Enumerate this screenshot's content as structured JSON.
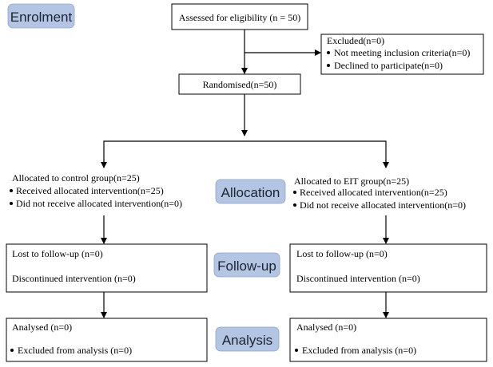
{
  "colors": {
    "stage_fill": "#b4c5e4",
    "line": "#000000"
  },
  "stages": {
    "enrolment": "Enrolment",
    "allocation": "Allocation",
    "follow_up": "Follow-up",
    "analysis": "Analysis"
  },
  "enrolment": {
    "assessed": "Assessed for eligibility (n = 50)",
    "excluded_title": "Excluded(n=0)",
    "excluded_items": [
      "Not meeting inclusion criteria(n=0)",
      "Declined to participate(n=0)"
    ],
    "randomised": "Randomised(n=50)"
  },
  "control": {
    "allocated": "Allocated to control group(n=25)",
    "items": [
      "Received allocated intervention(n=25)",
      "Did not receive allocated intervention(n=0)"
    ],
    "lost": "Lost to follow-up (n=0)",
    "discontinued": "Discontinued intervention (n=0)",
    "analysed": "Analysed (n=0)",
    "excluded": "Excluded from analysis (n=0)"
  },
  "eit": {
    "allocated": "Allocated to EIT group(n=25)",
    "items": [
      "Received allocated intervention(n=25)",
      "Did not receive allocated intervention(n=0)"
    ],
    "lost": "Lost to follow-up (n=0)",
    "discontinued": "Discontinued intervention (n=0)",
    "analysed": "Analysed (n=0)",
    "excluded": "Excluded from analysis (n=0)"
  }
}
